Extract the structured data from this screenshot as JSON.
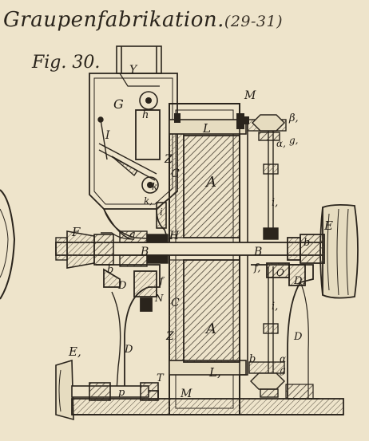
{
  "title": "Graupenfabrikation.",
  "title_ref": "(29-31)",
  "figure_label": "Fig. 30.",
  "colors": {
    "paper": "#eee4cb",
    "ink": "#1f1a14",
    "hatch": "#4a4236"
  },
  "labels": {
    "Y": "Y",
    "M_top": "M",
    "G": "G",
    "h": "h",
    "I": "I",
    "L": "L",
    "beta1": "β,",
    "alpha1": "α,",
    "g1": "g,",
    "Z_top": "Z",
    "C_top": "C",
    "A_top": "A",
    "k": "k",
    "k1": "k,",
    "i": "i",
    "i1_top": "i,",
    "F": "F",
    "a": "a",
    "H": "H",
    "E": "E",
    "B_left": "B",
    "B_right": "B",
    "b_left": "b",
    "b_right": "b",
    "D_left": "D",
    "f": "f",
    "N": "N",
    "f1": "f,",
    "O": "O",
    "D1": "D,",
    "C_bottom": "C",
    "i1_bottom": "i,",
    "A_bottom": "A",
    "D_right": "D",
    "Z_bottom": "Z",
    "D_low": "D",
    "E1": "E,",
    "b_bottom": "b",
    "alpha": "α",
    "g": "g",
    "L1": "L,",
    "T": "T",
    "p": "p",
    "M_bottom": "M"
  }
}
